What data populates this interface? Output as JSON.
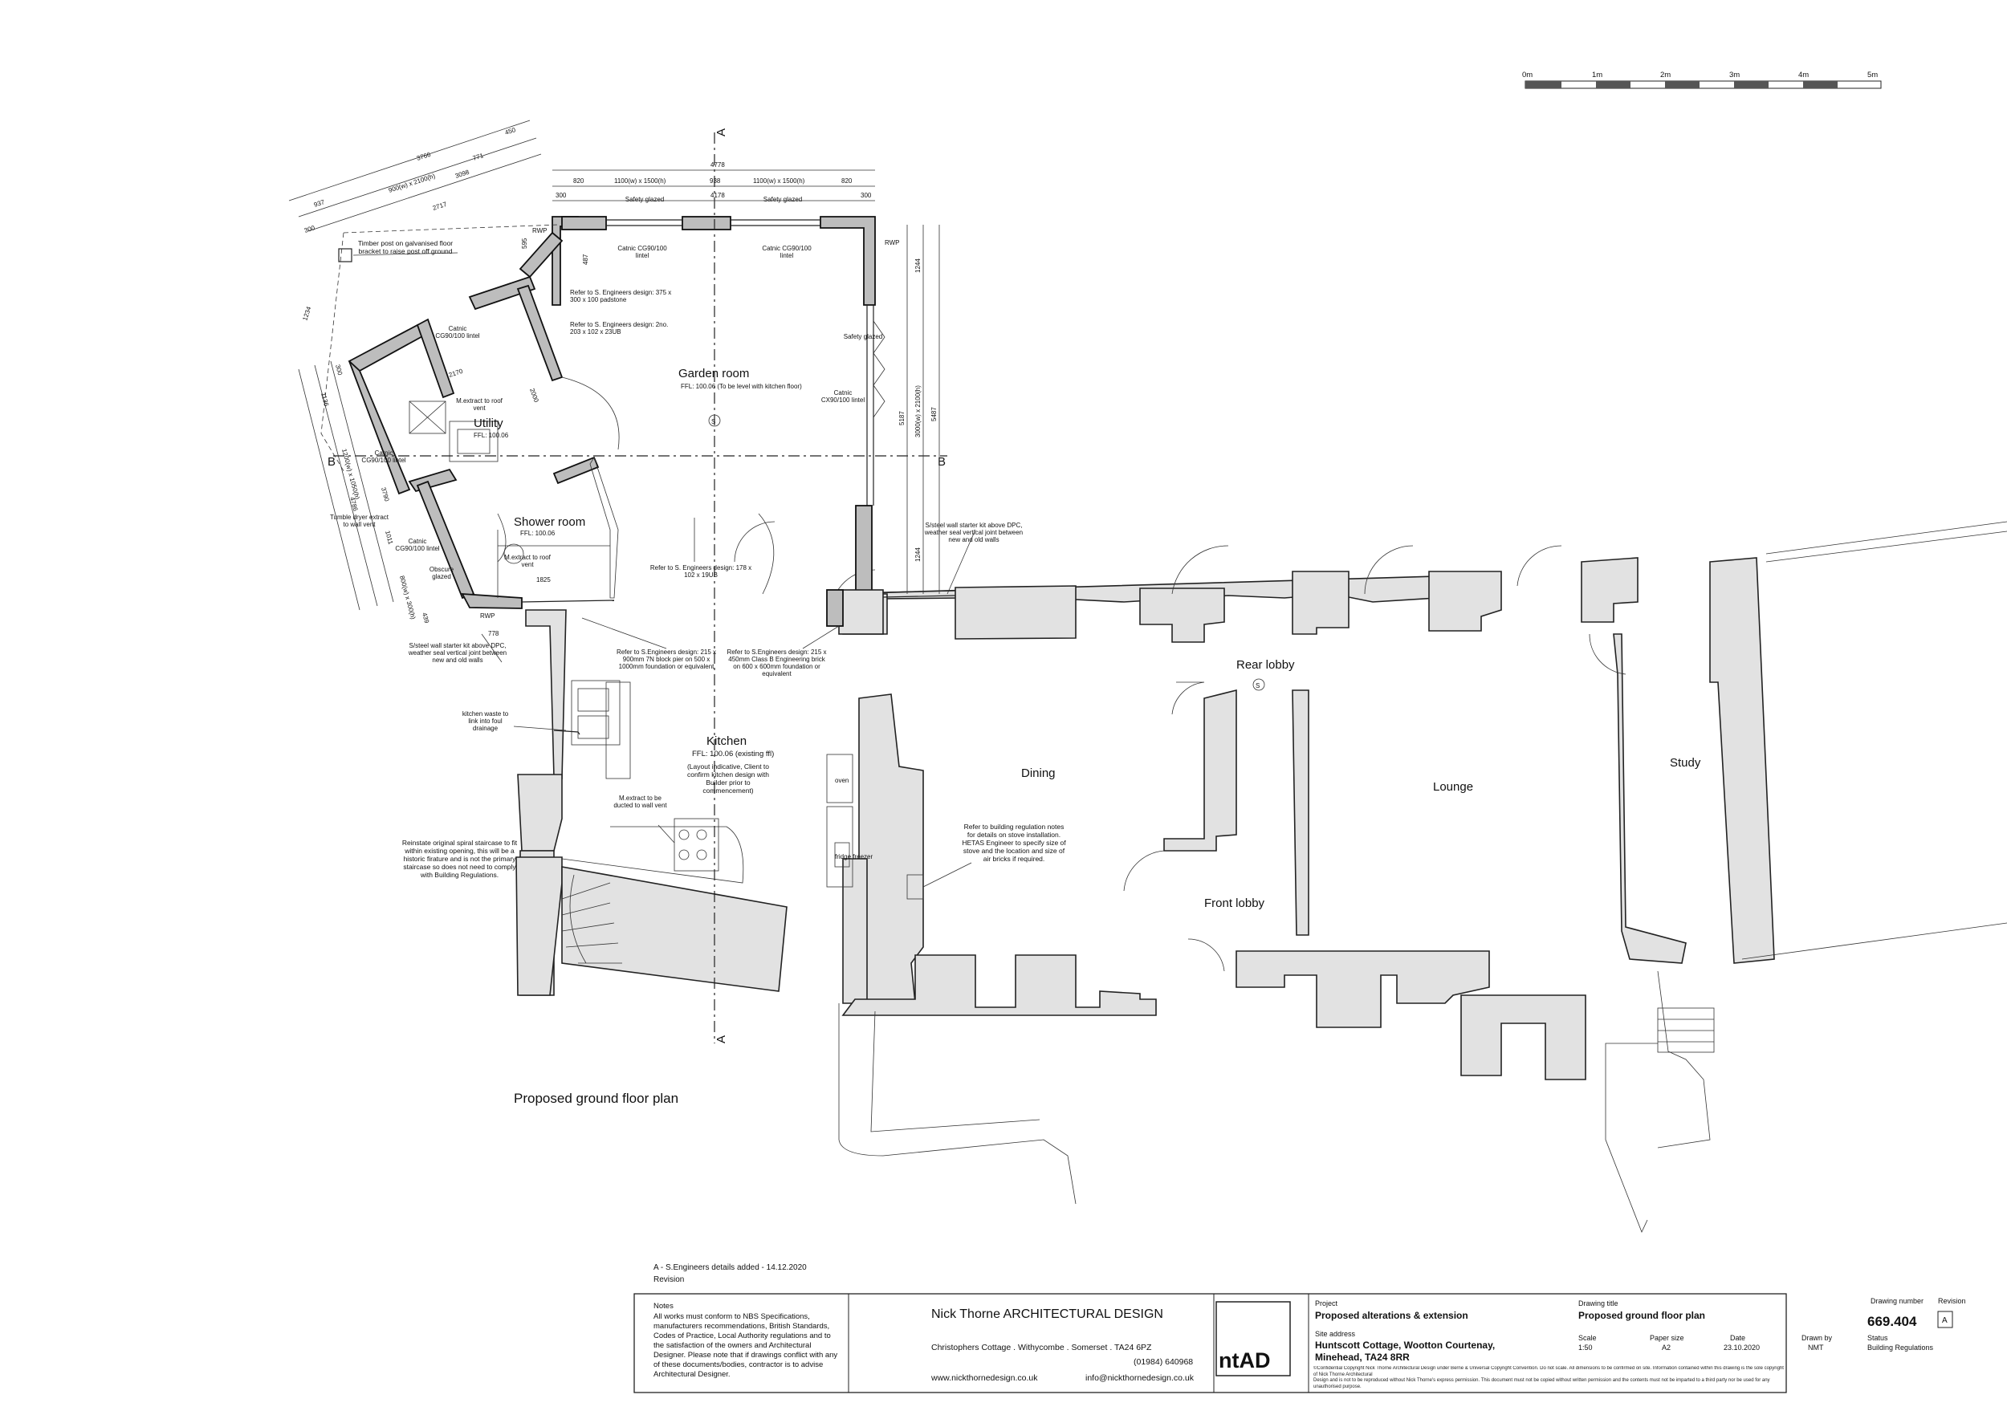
{
  "drawing": {
    "title": "Proposed ground floor plan",
    "north_marker": "S",
    "section_marks": {
      "a": "A",
      "b": "B"
    }
  },
  "scale_bar": {
    "labels": [
      "0m",
      "1m",
      "2m",
      "3m",
      "4m",
      "5m"
    ]
  },
  "rooms": {
    "garden_room": {
      "name": "Garden room",
      "level": "FFL: 100.06 (To be level with kitchen floor)"
    },
    "utility": {
      "name": "Utility",
      "level": "FFL: 100.06"
    },
    "shower_room": {
      "name": "Shower room",
      "level": "FFL: 100.06"
    },
    "kitchen": {
      "name": "Kitchen",
      "level": "FFL: 100.06 (existing ffl)"
    },
    "dining": {
      "name": "Dining"
    },
    "rear_lobby": {
      "name": "Rear lobby"
    },
    "front_lobby": {
      "name": "Front lobby"
    },
    "lounge": {
      "name": "Lounge"
    },
    "study": {
      "name": "Study"
    }
  },
  "fittings": {
    "oven": "oven",
    "fridge_freezer": "fridge freezer",
    "rwp": "RWP"
  },
  "annotations": {
    "safety_glazed": "Safety glazed",
    "catnic_cg90_100": "Catnic CG90/100 lintel",
    "catnic_cx90_100": "Catnic CX90/100 lintel",
    "timber_post": "Timber post on galvanised floor bracket to raise post off ground",
    "padstone": "Refer to S. Engineers design: 375 x 300 x 100 padstone",
    "twin_ub": "Refer to S. Engineers design: 2no. 203 x 102 x 23UB",
    "single_ub": "Refer to S. Engineers design: 178 x 102 x 19UB",
    "m_extract_roof": "M.extract to roof vent",
    "tumble_dryer": "Tumble dryer extract to wall vent",
    "obscure_glazed": "Obscure glazed",
    "starter_kit_left": "S/steel wall starter kit above DPC, weather seal vertical joint between new and old walls",
    "starter_kit_right": "S/steel wall starter kit above DPC, weather seal vertical joint between new and old walls",
    "block_pier": "Refer to S.Engineers design: 215 x 900mm 7N block pier on 500 x 1000mm foundation or equivalent",
    "engineering_brick": "Refer to S.Engineers design: 215 x 450mm Class B Engineering brick on 600 x 600mm foundation or equivalent",
    "kitchen_waste": "kitchen waste to link into foul drainage",
    "kitchen_layout": "(Layout indicative, Client to confirm kitchen design with Builder prior to commencement)",
    "m_extract_wall": "M.extract to be ducted to wall vent",
    "spiral_staircase": "Reinstate original spiral staircase to fit within existing opening, this will be a historic firature and is not the primary staircase so does not need to comply with Building Regulations.",
    "stove": "Refer to building regulation notes for details on stove installation. HETAS Engineer to specify size of stove and the location and size of air bricks if required."
  },
  "dimensions": {
    "overall_width": "4778",
    "left_return": "820",
    "window_1": "1100(w) x 1500(h)",
    "centre_pier": "938",
    "window_2": "1100(w) x 1500(h)",
    "right_return": "820",
    "end_left": "300",
    "end_right": "300",
    "inner_width": "4178",
    "side_height": "1244",
    "side_door": "3000(w) x 2100(h)",
    "side_total": "5487",
    "side_inner": "5187",
    "side_lower": "1244",
    "diag_total": "3766",
    "diag_450": "450",
    "diag_771": "771",
    "diag_opening": "900(w) x 2100(h)",
    "diag_3098": "3098",
    "diag_937": "937",
    "diag_2717": "2717",
    "diag_300": "300",
    "diag_1234": "1234",
    "util_2170": "2170",
    "util_2000": "2000",
    "util_300": "300",
    "util_1136": "1136",
    "util_3790": "3790",
    "util_4786": "4786",
    "util_window": "1200(w) x 1050(h)",
    "util_1011": "1011",
    "util_800": "800(w) x 300(h)",
    "util_439": "439",
    "util_778": "778",
    "shower_1825": "1825",
    "misc_487": "487",
    "misc_595": "595"
  },
  "revision": {
    "entry": "A - S.Engineers details added - 14.12.2020",
    "label": "Revision"
  },
  "notes": {
    "heading": "Notes",
    "body": [
      "All works must conform to NBS Specifications,",
      "manufacturers recommendations, British Standards,",
      "Codes of Practice, Local Authority regulations and to",
      "the satisfaction of the owners and Architectural",
      "Designer. Please note that if drawings conflict with any",
      "of these documents/bodies, contractor is to advise",
      "Architectural Designer."
    ]
  },
  "firm": {
    "name": "Nick Thorne ARCHITECTURAL DESIGN",
    "address": "Christophers Cottage . Withycombe . Somerset . TA24 6PZ",
    "phone": "(01984) 640968",
    "web": "www.nickthornedesign.co.uk",
    "email": "info@nickthornedesign.co.uk",
    "logo": "ntAD"
  },
  "title_block": {
    "project_label": "Project",
    "project": "Proposed alterations & extension",
    "drawing_title_label": "Drawing title",
    "drawing_title": "Proposed ground floor plan",
    "drawing_number_label": "Drawing number",
    "drawing_number": "669.404",
    "revision_label": "Revision",
    "revision": "A",
    "site_label": "Site address",
    "site_lines": [
      "Huntscott Cottage, Wootton Courtenay,",
      "Minehead, TA24 8RR"
    ],
    "scale_label": "Scale",
    "scale": "1:50",
    "paper_label": "Paper size",
    "paper": "A2",
    "date_label": "Date",
    "date": "23.10.2020",
    "drawn_label": "Drawn by",
    "drawn": "NMT",
    "status_label": "Status",
    "status": "Building Regulations",
    "copyright": [
      "©Confidential Copyright Nick Thorne Architectural Design under Berne & Universal Copyright Convention. Do not scale. All dimensions to be confirmed on site. Information contained within this drawing is the sole copyright of Nick Thorne Architectural",
      "Design and is not to be reproduced without Nick Thorne's express permission. This document must not be copied without written permission and the contents must not be imparted to a third party nor be used for any unauthorised purpose."
    ]
  }
}
